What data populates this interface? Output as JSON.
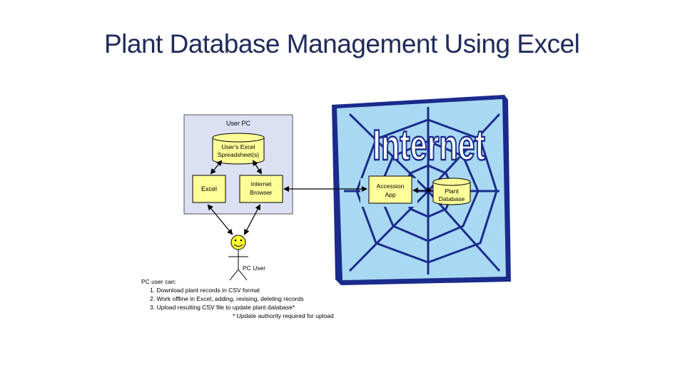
{
  "title": "Plant Database Management Using Excel",
  "diagram": {
    "user_pc_label": "User PC",
    "spreadsheet_label_1": "User's Excel",
    "spreadsheet_label_2": "Spreadsheet(s)",
    "excel_label": "Excel",
    "browser_label_1": "Internet",
    "browser_label_2": "Browser",
    "internet_label": "Internet",
    "accession_label_1": "Accession",
    "accession_label_2": "App",
    "plant_db_label_1": "Plant",
    "plant_db_label_2": "Database",
    "pc_user_label": "PC User"
  },
  "notes": {
    "heading": "PC user can:",
    "items": [
      "1.  Download plant records in CSV format",
      "2.  Work offline in Excel, adding, revising, deleting records",
      "3.  Upload resulting CSV file to update plant database*"
    ],
    "footnote": "* Update authority required for upload"
  },
  "colors": {
    "title": "#1f2a5a",
    "user_pc_box": "#dbe0f2",
    "internet_bg": "#a9d9f2",
    "web": "#1a2b8c",
    "smiley": "#ffff33"
  }
}
